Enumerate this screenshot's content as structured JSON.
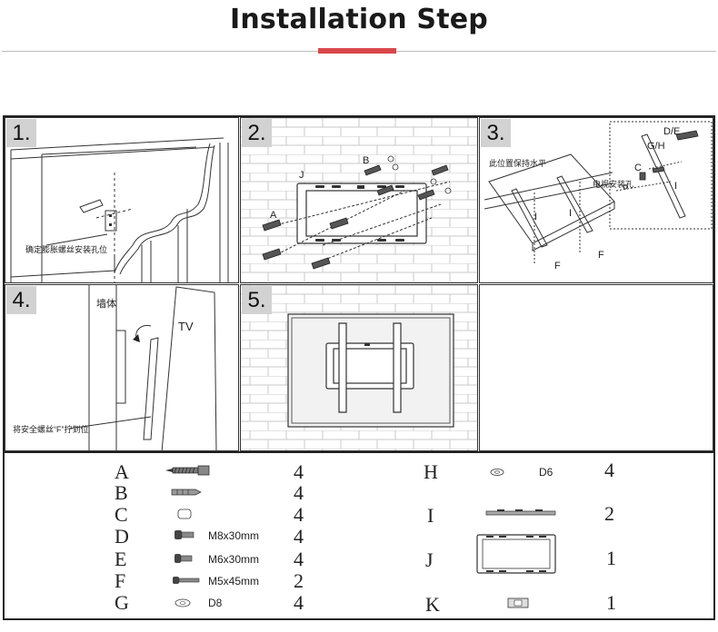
{
  "header": {
    "title": "Installation Step"
  },
  "steps": [
    {
      "number": "1.",
      "label": "确定膨胀螺丝安装孔位"
    },
    {
      "number": "2.",
      "label_b": "B",
      "label_j": "J",
      "label_a": "A"
    },
    {
      "number": "3.",
      "label_level": "此位置保持水平",
      "label_tv_hole": "电视安装孔",
      "label_de": "D/E",
      "label_gh": "G/H",
      "label_c": "C",
      "label_i1": "I",
      "label_i2": "I",
      "label_i3": "I",
      "label_f1": "F",
      "label_f2": "F"
    },
    {
      "number": "4.",
      "label_wall": "墙体",
      "label_tv": "TV",
      "label_screw": "将安全螺丝“F”拧到位"
    },
    {
      "number": "5."
    }
  ],
  "parts": [
    {
      "letter": "A",
      "spec": "",
      "qty": "4",
      "icon": "wood-screw-icon"
    },
    {
      "letter": "B",
      "spec": "",
      "qty": "4",
      "icon": "wall-anchor-icon"
    },
    {
      "letter": "C",
      "spec": "",
      "qty": "4",
      "icon": "spacer-icon"
    },
    {
      "letter": "D",
      "spec": "M8x30mm",
      "qty": "4",
      "icon": "bolt-icon"
    },
    {
      "letter": "E",
      "spec": "M6x30mm",
      "qty": "4",
      "icon": "bolt-icon"
    },
    {
      "letter": "F",
      "spec": "M5x45mm",
      "qty": "2",
      "icon": "long-bolt-icon"
    },
    {
      "letter": "G",
      "spec": "D8",
      "qty": "4",
      "icon": "washer-icon"
    },
    {
      "letter": "H",
      "spec": "D6",
      "qty": "4",
      "icon": "washer-icon"
    },
    {
      "letter": "I",
      "spec": "",
      "qty": "2",
      "icon": "vertical-arm-icon"
    },
    {
      "letter": "J",
      "spec": "",
      "qty": "1",
      "icon": "wall-plate-icon"
    },
    {
      "letter": "K",
      "spec": "",
      "qty": "1",
      "icon": "bubble-level-icon"
    }
  ]
}
